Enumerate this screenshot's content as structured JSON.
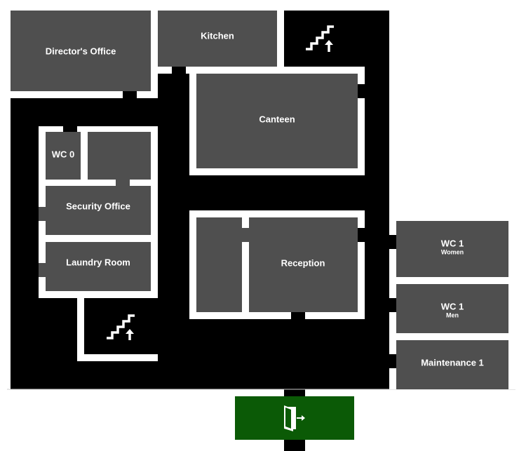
{
  "rooms": {
    "directors_office": "Director's Office",
    "kitchen": "Kitchen",
    "canteen": "Canteen",
    "wc0": "WC 0",
    "security_office": "Security Office",
    "laundry_room": "Laundry Room",
    "reception": "Reception",
    "wc1_women": {
      "title": "WC 1",
      "subtitle": "Women"
    },
    "wc1_men": {
      "title": "WC 1",
      "subtitle": "Men"
    },
    "maintenance1": "Maintenance 1"
  },
  "colors": {
    "corridor": "#000000",
    "room": "#4f4f4f",
    "wall": "#ffffff",
    "exit": "#0b5a06",
    "baseline": "#cccccc"
  },
  "icons": {
    "stairs": "stairs-up-icon",
    "exit": "exit-door-icon"
  }
}
